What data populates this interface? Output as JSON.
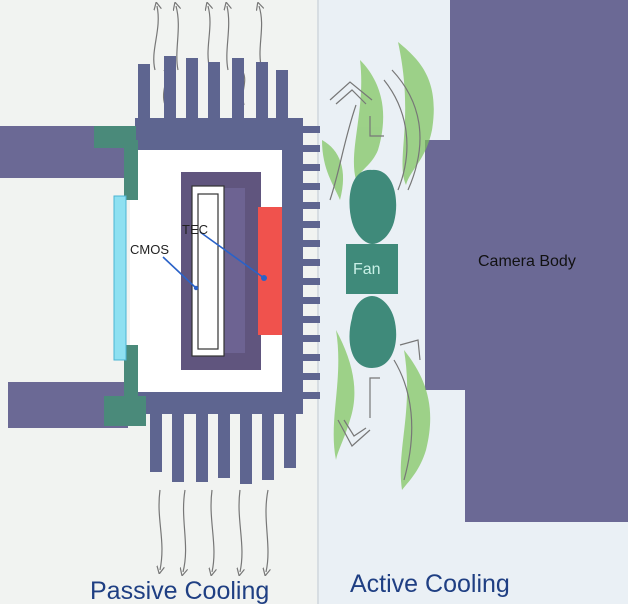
{
  "labels": {
    "cmos": "CMOS",
    "tec": "TEC",
    "fan": "Fan",
    "camera_body": "Camera Body",
    "passive_cooling": "Passive Cooling",
    "active_cooling": "Active Cooling"
  },
  "colors": {
    "heatsink": "#5e6590",
    "camera_body": "#6b6995",
    "tec_frame": "#60557e",
    "tec_hot_side": "#f0524d",
    "glass": "#8ee0f1",
    "mount": "#4a8a7a",
    "fan": "#3f8a7a",
    "airflow_green": "#7cc35a",
    "title_text": "#1f3f83",
    "left_bg": "#f1f3f1",
    "right_bg": "#eaf0f5"
  }
}
